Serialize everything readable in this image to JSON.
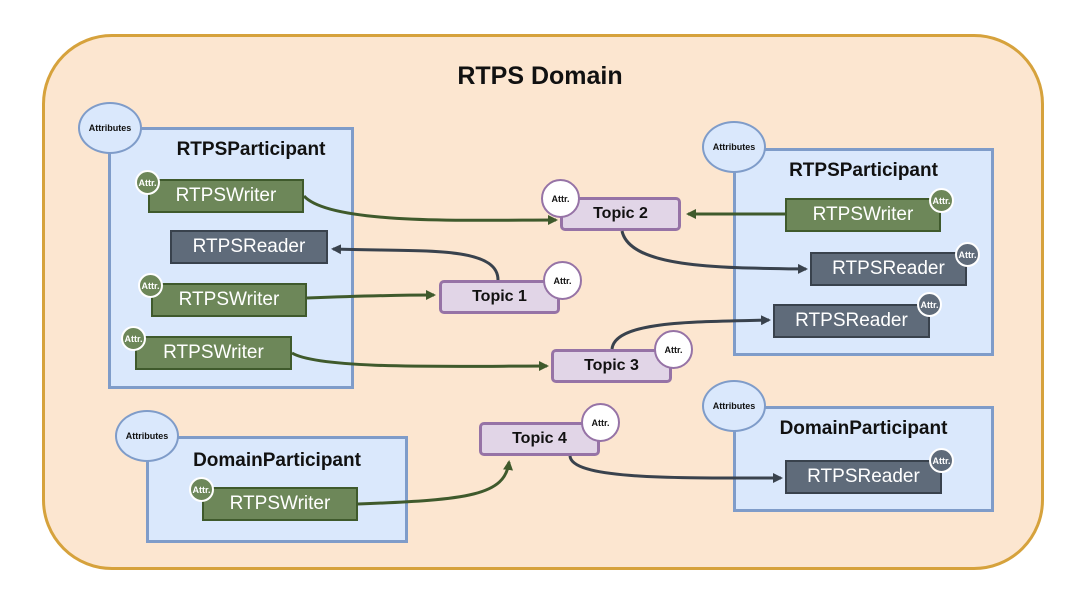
{
  "domain": {
    "title": "RTPS Domain"
  },
  "participant_left": {
    "title": "RTPSParticipant",
    "attributes_label": "Attributes",
    "writer1": {
      "label": "RTPSWriter",
      "attr": "Attr."
    },
    "reader": {
      "label": "RTPSReader"
    },
    "writer2": {
      "label": "RTPSWriter",
      "attr": "Attr."
    },
    "writer3": {
      "label": "RTPSWriter",
      "attr": "Attr."
    }
  },
  "participant_right": {
    "title": "RTPSParticipant",
    "attributes_label": "Attributes",
    "writer": {
      "label": "RTPSWriter",
      "attr": "Attr."
    },
    "reader1": {
      "label": "RTPSReader",
      "attr": "Attr."
    },
    "reader2": {
      "label": "RTPSReader",
      "attr": "Attr."
    }
  },
  "domain_participant_left": {
    "title": "DomainParticipant",
    "attributes_label": "Attributes",
    "writer": {
      "label": "RTPSWriter",
      "attr": "Attr."
    }
  },
  "domain_participant_right": {
    "title": "DomainParticipant",
    "attributes_label": "Attributes",
    "reader": {
      "label": "RTPSReader",
      "attr": "Attr."
    }
  },
  "topics": {
    "t1": {
      "label": "Topic 1",
      "attr": "Attr."
    },
    "t2": {
      "label": "Topic 2",
      "attr": "Attr."
    },
    "t3": {
      "label": "Topic 3",
      "attr": "Attr."
    },
    "t4": {
      "label": "Topic 4",
      "attr": "Attr."
    }
  },
  "colors": {
    "domain_fill": "#fce6d0",
    "domain_border": "#d6a23c",
    "participant_fill": "#dae8fc",
    "participant_border": "#7f9cc9",
    "writer": "#6d8759",
    "reader": "#5f6b7a",
    "topic_fill": "#e1d5e7",
    "topic_border": "#9673a6",
    "writer_arrow": "#3f5a2c",
    "reader_arrow": "#39424d"
  }
}
